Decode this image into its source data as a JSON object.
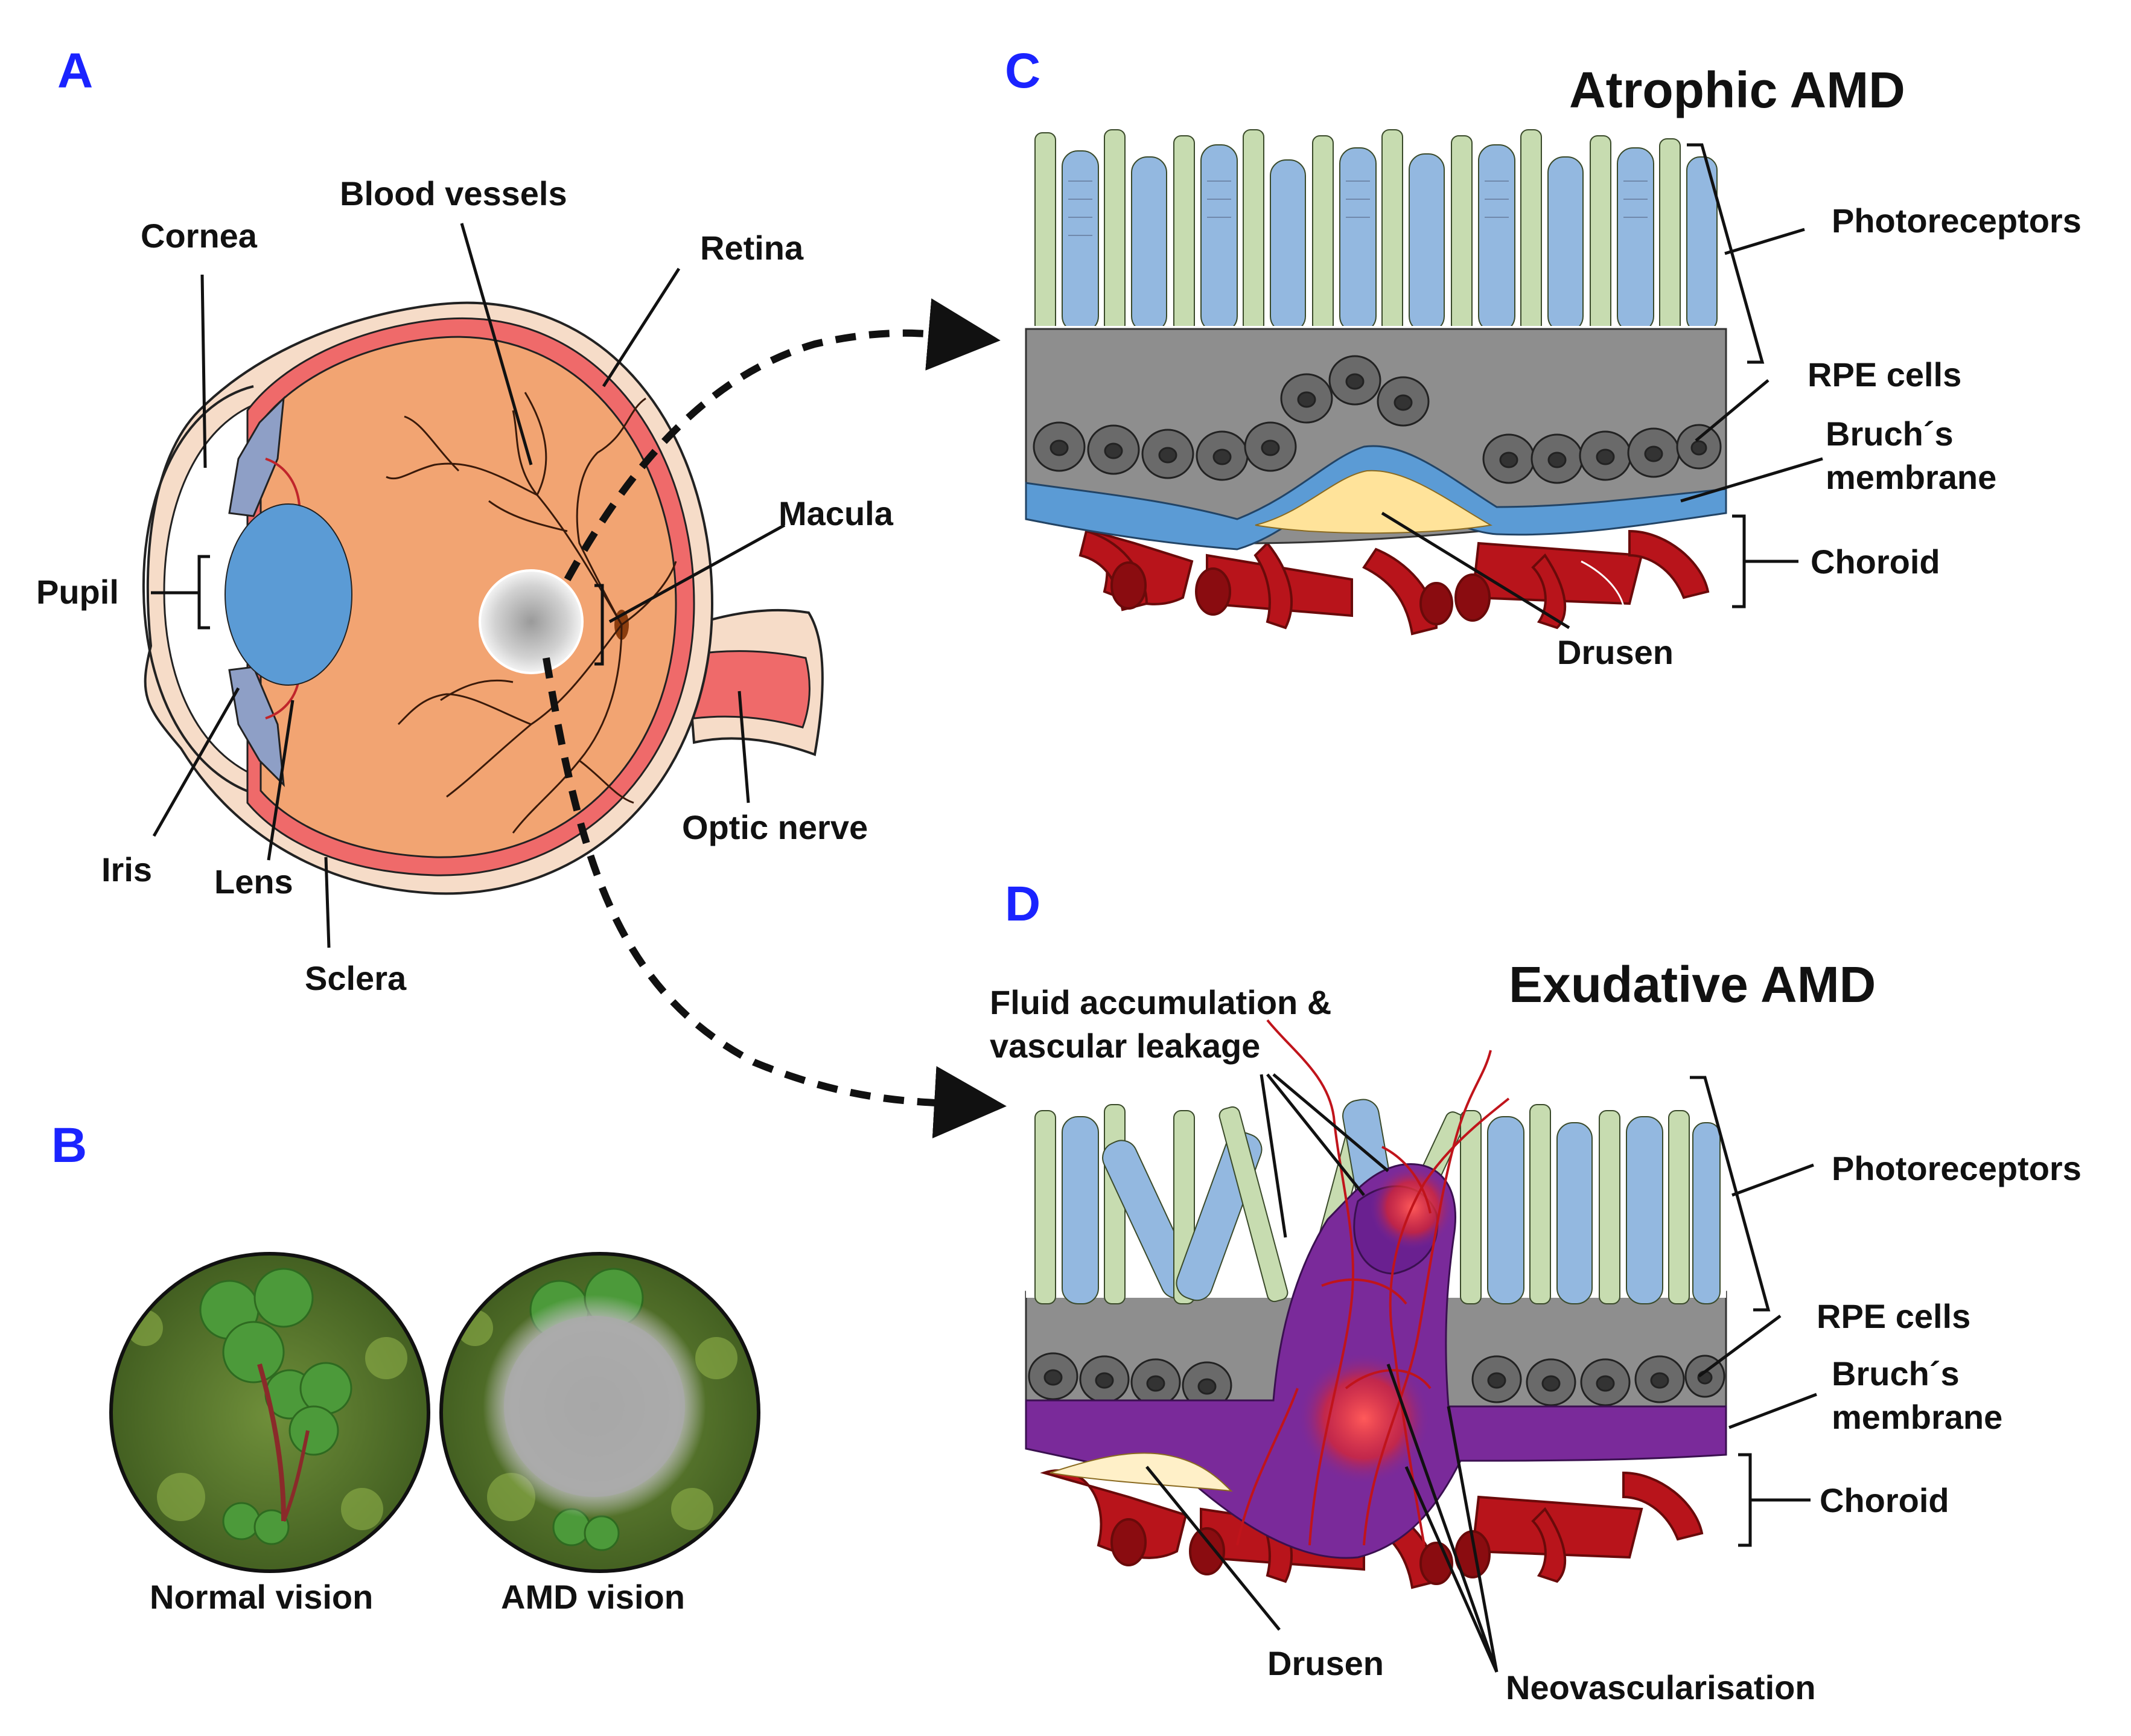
{
  "panels": {
    "a": "A",
    "b": "B",
    "c": "C",
    "d": "D"
  },
  "eye_labels": {
    "cornea": "Cornea",
    "blood_vessels": "Blood vessels",
    "retina": "Retina",
    "pupil": "Pupil",
    "macula": "Macula",
    "iris": "Iris",
    "lens": "Lens",
    "sclera": "Sclera",
    "optic_nerve": "Optic nerve"
  },
  "vision": {
    "normal": "Normal vision",
    "amd": "AMD vision"
  },
  "atrophic": {
    "title": "Atrophic AMD",
    "photoreceptors": "Photoreceptors",
    "rpe": "RPE cells",
    "bruch_1": "Bruch´s",
    "bruch_2": "membrane",
    "choroid": "Choroid",
    "drusen": "Drusen"
  },
  "exudative": {
    "title": "Exudative  AMD",
    "fluid_1": "Fluid accumulation  &",
    "fluid_2": "vascular leakage",
    "photoreceptors": "Photoreceptors",
    "rpe": "RPE cells",
    "bruch_1": "Bruch´s",
    "bruch_2": "membrane",
    "choroid": "Choroid",
    "drusen": "Drusen",
    "neovasc": "Neovascularisation"
  },
  "colors": {
    "panel_letter": "#1a23ff",
    "sclera": "#f6dcc8",
    "eye_interior": "#f2a472",
    "retina": "#e8707a",
    "iris": "#8e9fc6",
    "lens": "#5b9bd5",
    "rod": "#c7dcb0",
    "cone": "#93b8e0",
    "rpe_layer": "#8e8e8e",
    "bruch_atrophic": "#5b9bd5",
    "drusen": "#ffe39a",
    "choroid_vessel": "#b8141b",
    "exudate": "#7a2a9a"
  }
}
